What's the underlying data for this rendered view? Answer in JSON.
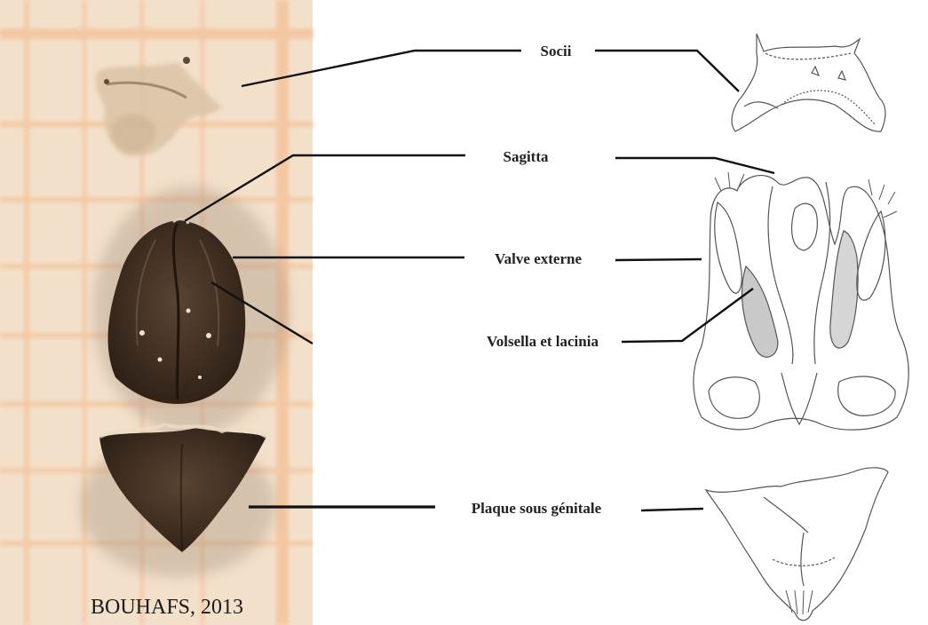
{
  "labels": {
    "socii": "Socii",
    "sagitta": "Sagitta",
    "valve_externe": "Valve externe",
    "volsella": "Volsella et lacinia",
    "plaque": "Plaque sous génitale"
  },
  "credit": "BOUHAFS, 2013",
  "colors": {
    "photo_background": "#f3ddc6",
    "grid_lines": "#f0b37e",
    "specimen_dark": "#3d2a1c",
    "line_drawing": "#555555",
    "leader_lines": "#111111"
  }
}
